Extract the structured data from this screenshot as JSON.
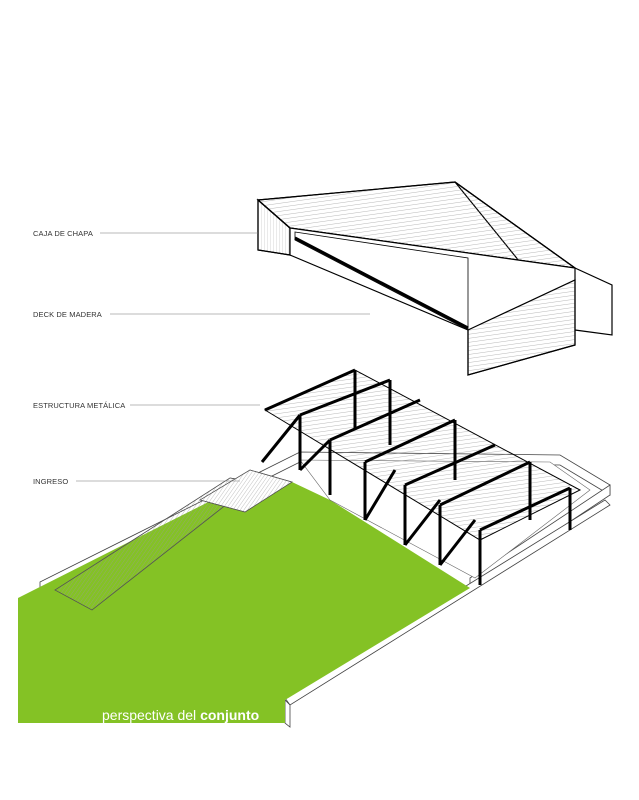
{
  "labels": {
    "caja": "CAJA DE CHAPA",
    "deck": "DECK DE MADERA",
    "estructura": "ESTRUCTURA METÁLICA",
    "ingreso": "INGRESO"
  },
  "caption": {
    "normal": "perspectiva del",
    "bold": "conjunto"
  },
  "colors": {
    "grass": "#84c225",
    "line": "#111111"
  }
}
